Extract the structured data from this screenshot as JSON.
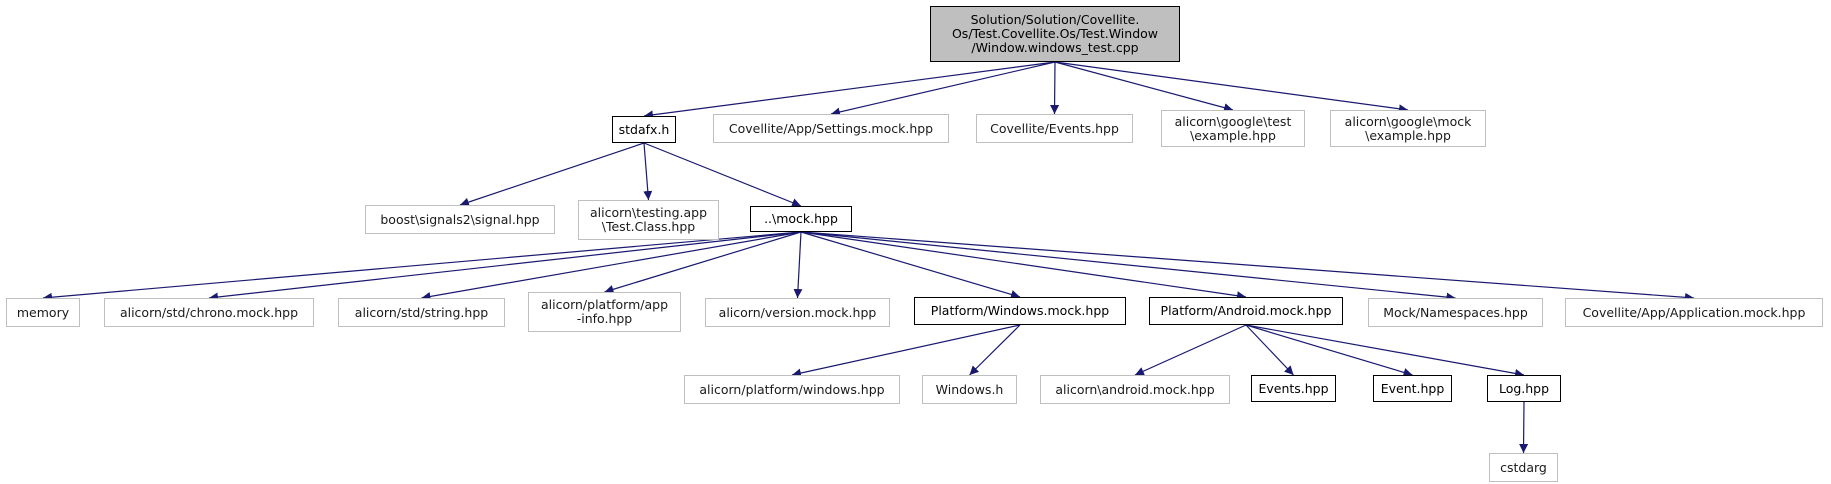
{
  "colors": {
    "edge": "#191970",
    "root_fill": "#bfbfbf",
    "doc_border": "#000000",
    "ext_border": "#bfbfbf"
  },
  "nodes": {
    "root": {
      "lines": [
        "Solution/Solution/Covellite.",
        "Os/Test.Covellite.Os/Test.Window",
        "/Window.windows_test.cpp"
      ],
      "kind": "hdr"
    },
    "stdafx": {
      "lines": [
        "stdafx.h"
      ],
      "kind": "doc"
    },
    "settings_mock": {
      "lines": [
        "Covellite/App/Settings.mock.hpp"
      ],
      "kind": "ext"
    },
    "events_hpp": {
      "lines": [
        "Covellite/Events.hpp"
      ],
      "kind": "ext"
    },
    "gtest_example": {
      "lines": [
        "alicorn\\google\\test",
        "\\example.hpp"
      ],
      "kind": "ext"
    },
    "gmock_example": {
      "lines": [
        "alicorn\\google\\mock",
        "\\example.hpp"
      ],
      "kind": "ext"
    },
    "boost_signal": {
      "lines": [
        "boost\\signals2\\signal.hpp"
      ],
      "kind": "ext"
    },
    "testing_app": {
      "lines": [
        "alicorn\\testing.app",
        "\\Test.Class.hpp"
      ],
      "kind": "ext"
    },
    "mock_hpp": {
      "lines": [
        "..\\mock.hpp"
      ],
      "kind": "doc"
    },
    "memory": {
      "lines": [
        "memory"
      ],
      "kind": "ext"
    },
    "chrono_mock": {
      "lines": [
        "alicorn/std/chrono.mock.hpp"
      ],
      "kind": "ext"
    },
    "std_string": {
      "lines": [
        "alicorn/std/string.hpp"
      ],
      "kind": "ext"
    },
    "platform_info": {
      "lines": [
        "alicorn/platform/app",
        "-info.hpp"
      ],
      "kind": "ext"
    },
    "version_mock": {
      "lines": [
        "alicorn/version.mock.hpp"
      ],
      "kind": "ext"
    },
    "windows_mock": {
      "lines": [
        "Platform/Windows.mock.hpp"
      ],
      "kind": "doc"
    },
    "android_mock": {
      "lines": [
        "Platform/Android.mock.hpp"
      ],
      "kind": "doc"
    },
    "mock_namespaces": {
      "lines": [
        "Mock/Namespaces.hpp"
      ],
      "kind": "ext"
    },
    "application_mock": {
      "lines": [
        "Covellite/App/Application.mock.hpp"
      ],
      "kind": "ext"
    },
    "platform_windows": {
      "lines": [
        "alicorn/platform/windows.hpp"
      ],
      "kind": "ext"
    },
    "windows_h": {
      "lines": [
        "Windows.h"
      ],
      "kind": "ext"
    },
    "alicorn_android_mock": {
      "lines": [
        "alicorn\\android.mock.hpp"
      ],
      "kind": "ext"
    },
    "events2": {
      "lines": [
        "Events.hpp"
      ],
      "kind": "doc"
    },
    "event": {
      "lines": [
        "Event.hpp"
      ],
      "kind": "doc"
    },
    "log": {
      "lines": [
        "Log.hpp"
      ],
      "kind": "doc"
    },
    "cstdarg": {
      "lines": [
        "cstdarg"
      ],
      "kind": "ext"
    }
  },
  "edges": [
    [
      "root",
      "stdafx"
    ],
    [
      "root",
      "settings_mock"
    ],
    [
      "root",
      "events_hpp"
    ],
    [
      "root",
      "gtest_example"
    ],
    [
      "root",
      "gmock_example"
    ],
    [
      "stdafx",
      "boost_signal"
    ],
    [
      "stdafx",
      "testing_app"
    ],
    [
      "stdafx",
      "mock_hpp"
    ],
    [
      "mock_hpp",
      "memory"
    ],
    [
      "mock_hpp",
      "chrono_mock"
    ],
    [
      "mock_hpp",
      "std_string"
    ],
    [
      "mock_hpp",
      "platform_info"
    ],
    [
      "mock_hpp",
      "version_mock"
    ],
    [
      "mock_hpp",
      "windows_mock"
    ],
    [
      "mock_hpp",
      "android_mock"
    ],
    [
      "mock_hpp",
      "mock_namespaces"
    ],
    [
      "mock_hpp",
      "application_mock"
    ],
    [
      "windows_mock",
      "platform_windows"
    ],
    [
      "windows_mock",
      "windows_h"
    ],
    [
      "android_mock",
      "alicorn_android_mock"
    ],
    [
      "android_mock",
      "events2"
    ],
    [
      "android_mock",
      "event"
    ],
    [
      "android_mock",
      "log"
    ],
    [
      "log",
      "cstdarg"
    ]
  ]
}
